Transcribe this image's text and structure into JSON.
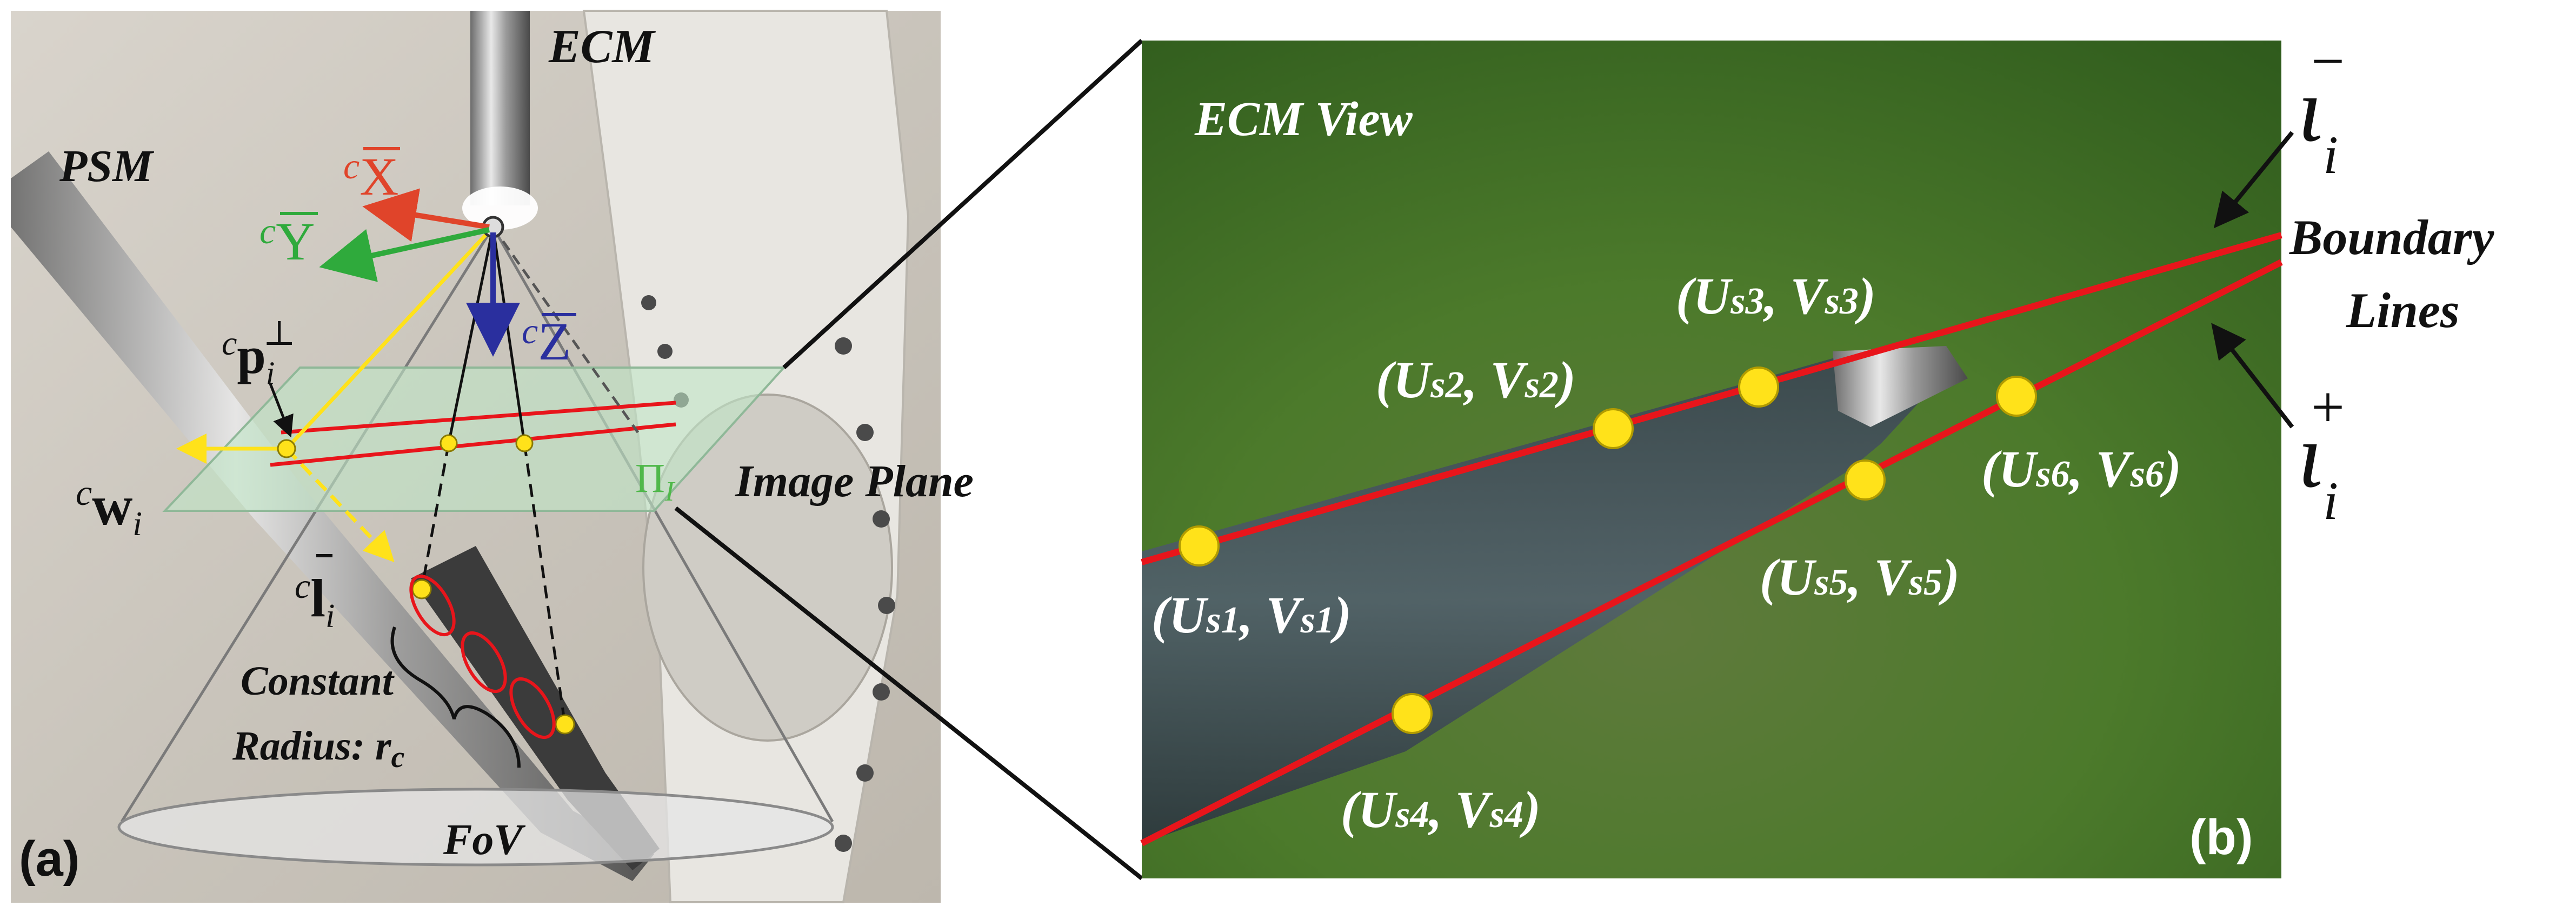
{
  "colors": {
    "red": "#e8151b",
    "yellow": "#ffe21a",
    "green_axis": "#2faa3c",
    "blue_axis": "#2a2f9e",
    "orange_axis": "#e0442a",
    "plane": "#bfe6c6",
    "mat_green": "#3c6d22"
  },
  "panel_a": {
    "tag": "(a)",
    "ecm": "ECM",
    "psm": "PSM",
    "axis_x": "X",
    "axis_y": "Y",
    "axis_z": "Z",
    "axis_pre": "c",
    "p_perp": "p",
    "p_sub": "i",
    "p_sup": "⊥",
    "w": "w",
    "w_sub": "i",
    "l": "l",
    "l_sub": "i",
    "pi_label": "Π",
    "pi_sub": "I",
    "image_plane": "Image Plane",
    "constant": "Constant",
    "radius": "Radius: r",
    "radius_sub": "c",
    "fov": "FoV"
  },
  "panel_b": {
    "tag": "(b)",
    "view_title": "ECM View",
    "boundary_line1": "Boundary",
    "boundary_line2": "Lines",
    "l_minus_base": "ι",
    "l_minus_sub": "i",
    "l_minus_sup": "−",
    "l_plus_base": "ι",
    "l_plus_sub": "i",
    "l_plus_sup": "+",
    "points": [
      {
        "u": "U",
        "v": "V",
        "sub": "s1"
      },
      {
        "u": "U",
        "v": "V",
        "sub": "s2"
      },
      {
        "u": "U",
        "v": "V",
        "sub": "s3"
      },
      {
        "u": "U",
        "v": "V",
        "sub": "s4"
      },
      {
        "u": "U",
        "v": "V",
        "sub": "s5"
      },
      {
        "u": "U",
        "v": "V",
        "sub": "s6"
      }
    ]
  }
}
